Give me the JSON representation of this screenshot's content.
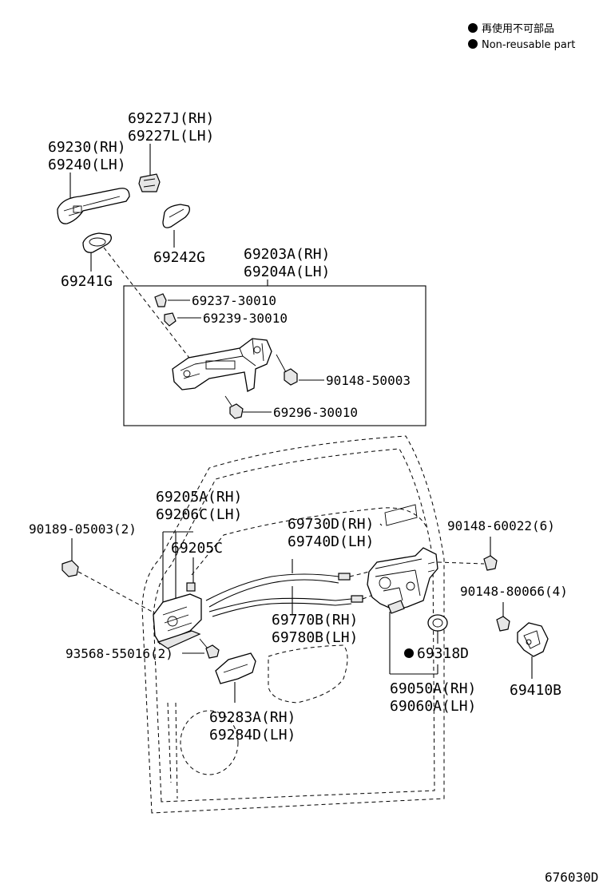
{
  "legend": {
    "jp": "再使用不可部品",
    "en": "Non-reusable part"
  },
  "labels": {
    "p69227J": "69227J(RH)",
    "p69227L": "69227L(LH)",
    "p69230": "69230(RH)",
    "p69240": "69240(LH)",
    "p69242G": "69242G",
    "p69241G": "69241G",
    "p69203A": "69203A(RH)",
    "p69204A": "69204A(LH)",
    "p69237": "69237-30010",
    "p69239": "69239-30010",
    "p90148_50003": "90148-50003",
    "p69296": "69296-30010",
    "p69205A": "69205A(RH)",
    "p69206C": "69206C(LH)",
    "p69205C": "69205C",
    "p90189": "90189-05003(2)",
    "p69730D": "69730D(RH)",
    "p69740D": "69740D(LH)",
    "p90148_60022": "90148-60022(6)",
    "p90148_80066": "90148-80066(4)",
    "p69770B": "69770B(RH)",
    "p69780B": "69780B(LH)",
    "p93568": "93568-55016(2)",
    "p69318D": "69318D",
    "p69410B": "69410B",
    "p69050A": "69050A(RH)",
    "p69060A": "69060A(LH)",
    "p69283A": "69283A(RH)",
    "p69284D": "69284D(LH)"
  },
  "diagram_code": "676030D"
}
